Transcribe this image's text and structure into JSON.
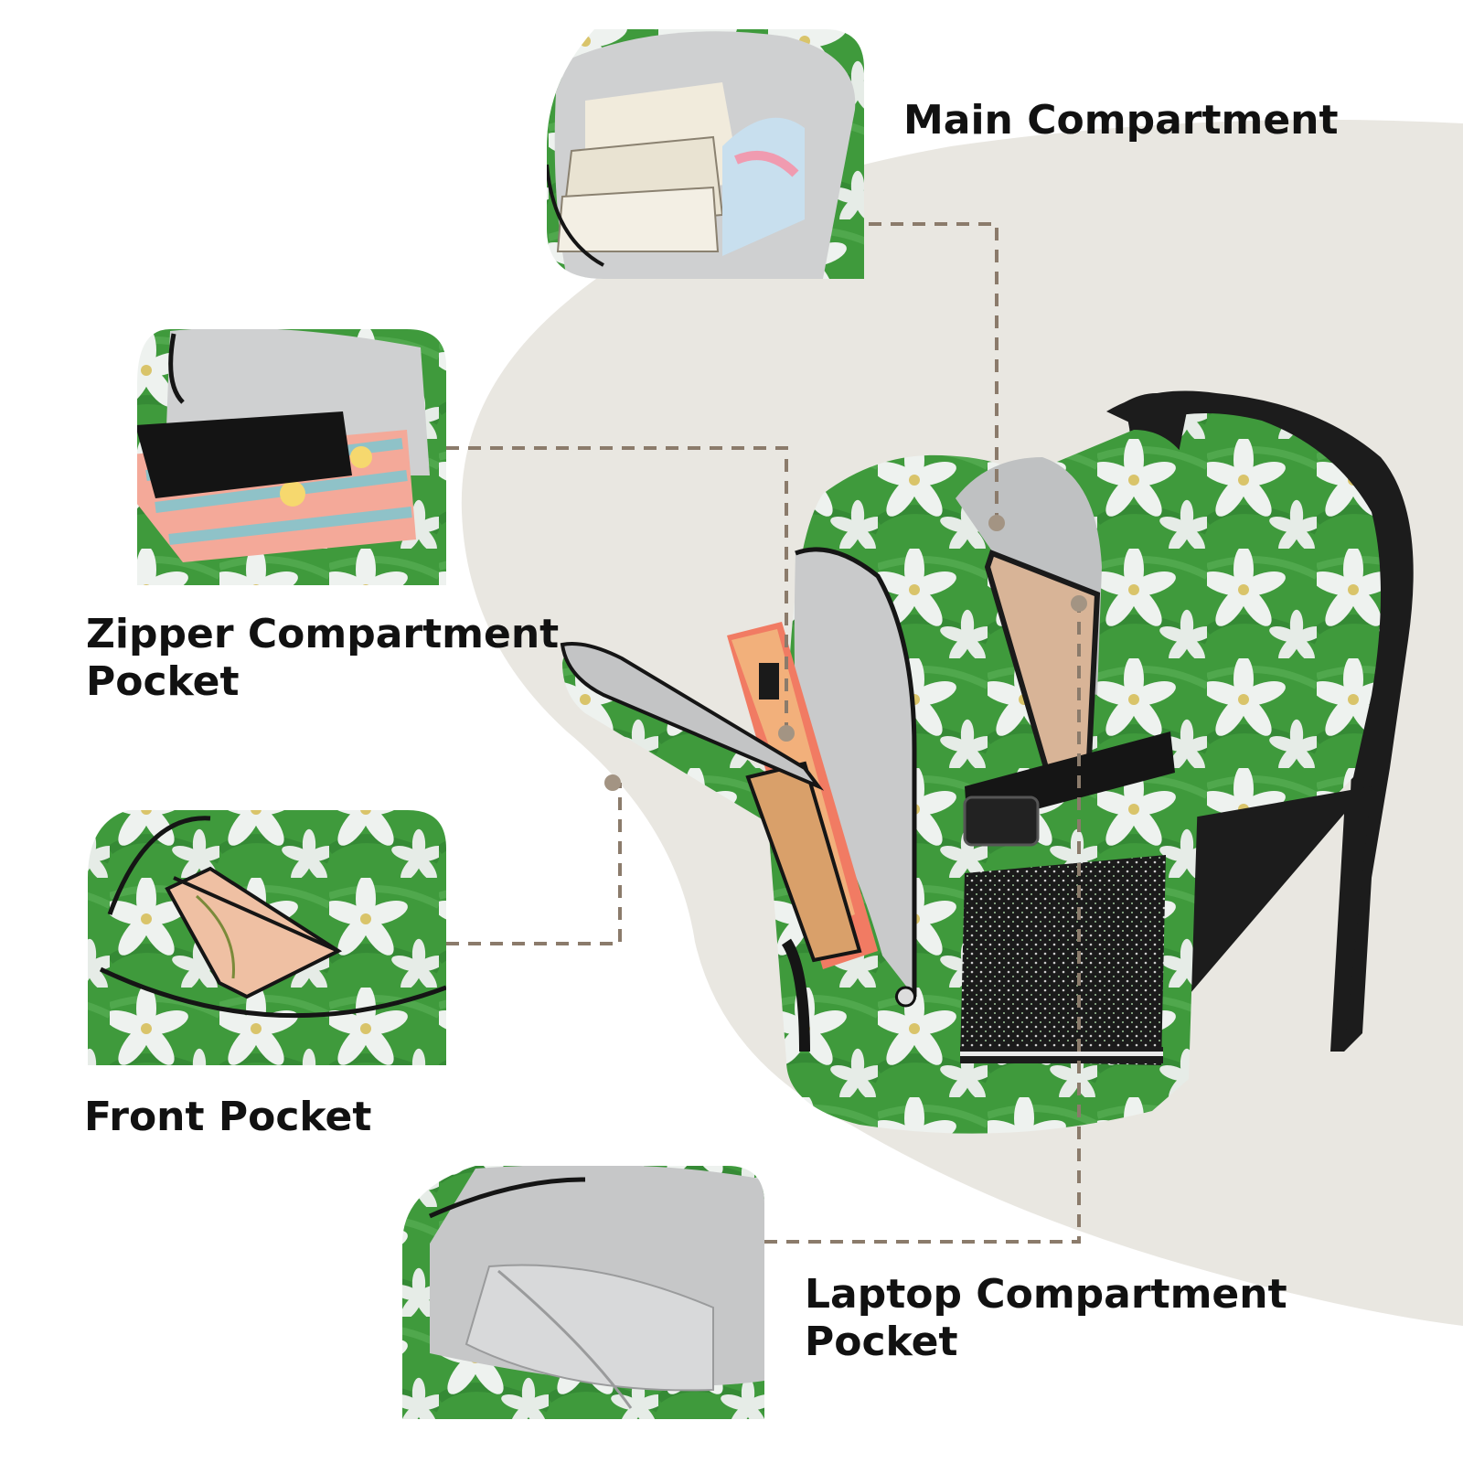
{
  "labels": {
    "main_compartment": "Main Compartment",
    "zipper_compartment_line1": "Zipper Compartment",
    "zipper_compartment_line2": "Pocket",
    "front_pocket": "Front Pocket",
    "laptop_compartment_line1": "Laptop Compartment",
    "laptop_compartment_line2": "Pocket"
  },
  "colors": {
    "background": "#ffffff",
    "backdrop_blob": "#e9e7e1",
    "leader_line": "#8b7b6b",
    "text": "#111111",
    "fabric_green": "#3f9a3c",
    "lily_white": "#eef2ef",
    "trim_black": "#151515",
    "lining_grey": "#c9cacb"
  },
  "icons": [
    "backpack-illustration",
    "main-compartment-photo",
    "zipper-pocket-photo",
    "front-pocket-photo",
    "laptop-compartment-photo"
  ]
}
